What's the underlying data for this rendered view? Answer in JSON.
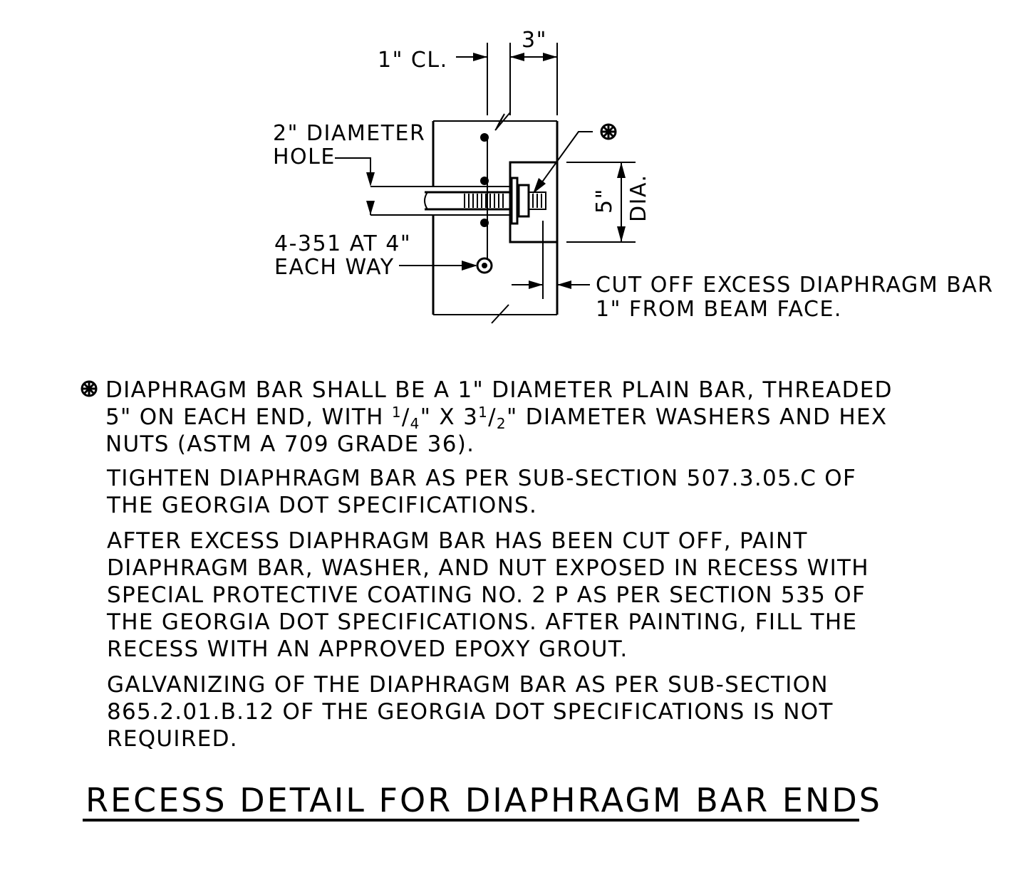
{
  "labels": {
    "clear": "1\" CL.",
    "spacing": "3\"",
    "hole_line1": "2\" DIAMETER",
    "hole_line2": "HOLE",
    "bars_line1": "4-351 AT 4\"",
    "bars_line2": "EACH WAY",
    "recess_dim": "5\"",
    "recess_dia": "DIA.",
    "cutoff_line1": "CUT OFF EXCESS DIAPHRAGM BAR",
    "cutoff_line2": "1\" FROM BEAM FACE."
  },
  "notes": {
    "n1_line1": "DIAPHRAGM BAR SHALL BE A 1\" DIAMETER PLAIN BAR, THREADED",
    "n1_line2_a": "5\" ON EACH END, WITH ",
    "n1_line2_b": "\" X 3",
    "n1_line2_c": "\" DIAMETER WASHERS AND HEX",
    "n1_frac1_num": "1",
    "n1_frac1_den": "4",
    "n1_frac2_num": "1",
    "n1_frac2_den": "2",
    "n1_line3": "NUTS (ASTM A 709 GRADE 36).",
    "n2_line1": "TIGHTEN DIAPHRAGM BAR  AS PER SUB-SECTION 507.3.05.C OF",
    "n2_line2": "THE GEORGIA DOT SPECIFICATIONS.",
    "n3_line1": "AFTER  EXCESS DIAPHRAGM BAR HAS  BEEN  CUT OFF, PAINT",
    "n3_line2": "DIAPHRAGM BAR, WASHER,  AND NUT EXPOSED IN RECESS  WITH",
    "n3_line3": "SPECIAL PROTECTIVE COATING NO. 2 P AS PER SECTION 535 OF",
    "n3_line4": "THE GEORGIA DOT SPECIFICATIONS.  AFTER  PAINTING, FILL THE",
    "n3_line5": "RECESS WITH AN APPROVED EPOXY GROUT.",
    "n4_line1": "GALVANIZING OF THE  DIAPHRAGM  BAR AS  PER SUB-SECTION",
    "n4_line2": "865.2.01.B.12  OF THE  GEORGIA  DOT  SPECIFICATIONS IS NOT",
    "n4_line3": "REQUIRED."
  },
  "title": "RECESS DETAIL FOR DIAPHRAGM BAR ENDS",
  "icons": {
    "note_marker": "asterisk-circle-icon"
  }
}
